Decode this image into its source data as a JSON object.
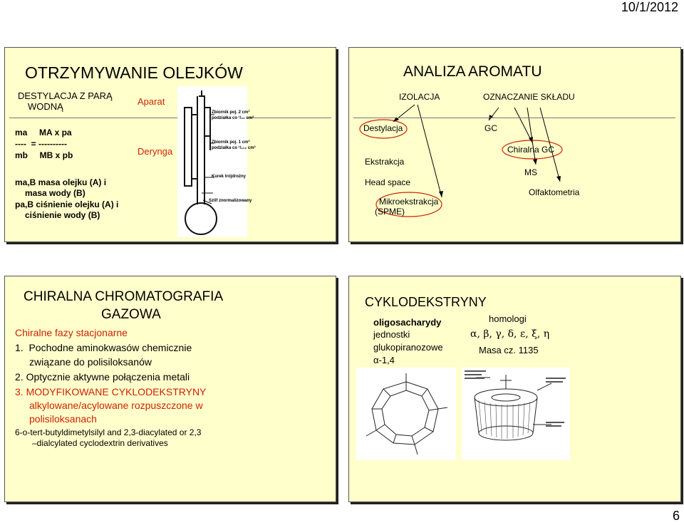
{
  "date": "10/1/2012",
  "page_number": "6",
  "slide1": {
    "title": "OTRZYMYWANIE OLEJKÓW",
    "heading_line1": "DESTYLACJA Z PARĄ",
    "heading_line2": "WODNĄ",
    "aparat": "Aparat",
    "derynga": "Derynga",
    "eq1": "ma     MA x pa",
    "eq2": "----  = ----------",
    "eq3": "mb     MB x pb",
    "def1_line1": "ma,B  masa olejku (A) i",
    "def1_line2": "masa wody (B)",
    "def2_line1": "pa,B ciśnienie olejku  (A) i",
    "def2_line2": "ciśnienie wody (B)",
    "app_label1": "Zbiornik poj. 2 cm³",
    "app_label1b": "podziałka co ¹/₂₀ cm³",
    "app_label2": "Zbiornik poj. 1 cm³",
    "app_label2b": "podziałka co ¹/₁₀₀ cm³",
    "app_label3": "Kurek trójdrożny",
    "app_label4": "Szlif znormalizowany"
  },
  "slide2": {
    "title": "ANALIZA AROMATU",
    "izolacja": "IZOLACJA",
    "oznaczanie": "OZNACZANIE SKŁADU",
    "destylacja": "Destylacja",
    "ekstrakcja": "Ekstrakcja",
    "headspace": "Head space",
    "mikro": "Mikroekstrakcja",
    "spme": "(SPME)",
    "gc": "GC",
    "chiralna": "Chiralna GC",
    "ms": "MS",
    "olfaktometria": "Olfaktometria"
  },
  "slide3": {
    "title_line1": "CHIRALNA CHROMATOGRAFIA",
    "title_line2": "GAZOWA",
    "subtitle": "Chiralne fazy stacjonarne",
    "item1_line1": "1.  Pochodne aminokwasów chemicznie",
    "item1_line2": "związane do polisiloksanów",
    "item2": "2. Optycznie aktywne połączenia metali",
    "item3_line1": "3. MODYFIKOWANE CYKLODEKSTRYNY",
    "item3_line2": "alkylowane/acylowane rozpuszczone w",
    "item3_line3": "polisiloksanach",
    "note_line1": "6-o-tert-butyldimetylsilyl and 2,3-diacylated or 2,3",
    "note_line2": "–dialcylated cyclodextrin derivatives"
  },
  "slide4": {
    "title": "CYKLODEKSTRYNY",
    "oligo": "oligosacharydy",
    "jednostki": "jednostki",
    "gluko": "glukopiranozowe",
    "alpha": "α-1,4",
    "homologi": "homologi",
    "greek": "α, β, γ, δ, ε, ξ, η",
    "masa": "Masa cz. 1135"
  },
  "colors": {
    "slide_bg": "#ffffcc",
    "red": "#cc2200"
  }
}
